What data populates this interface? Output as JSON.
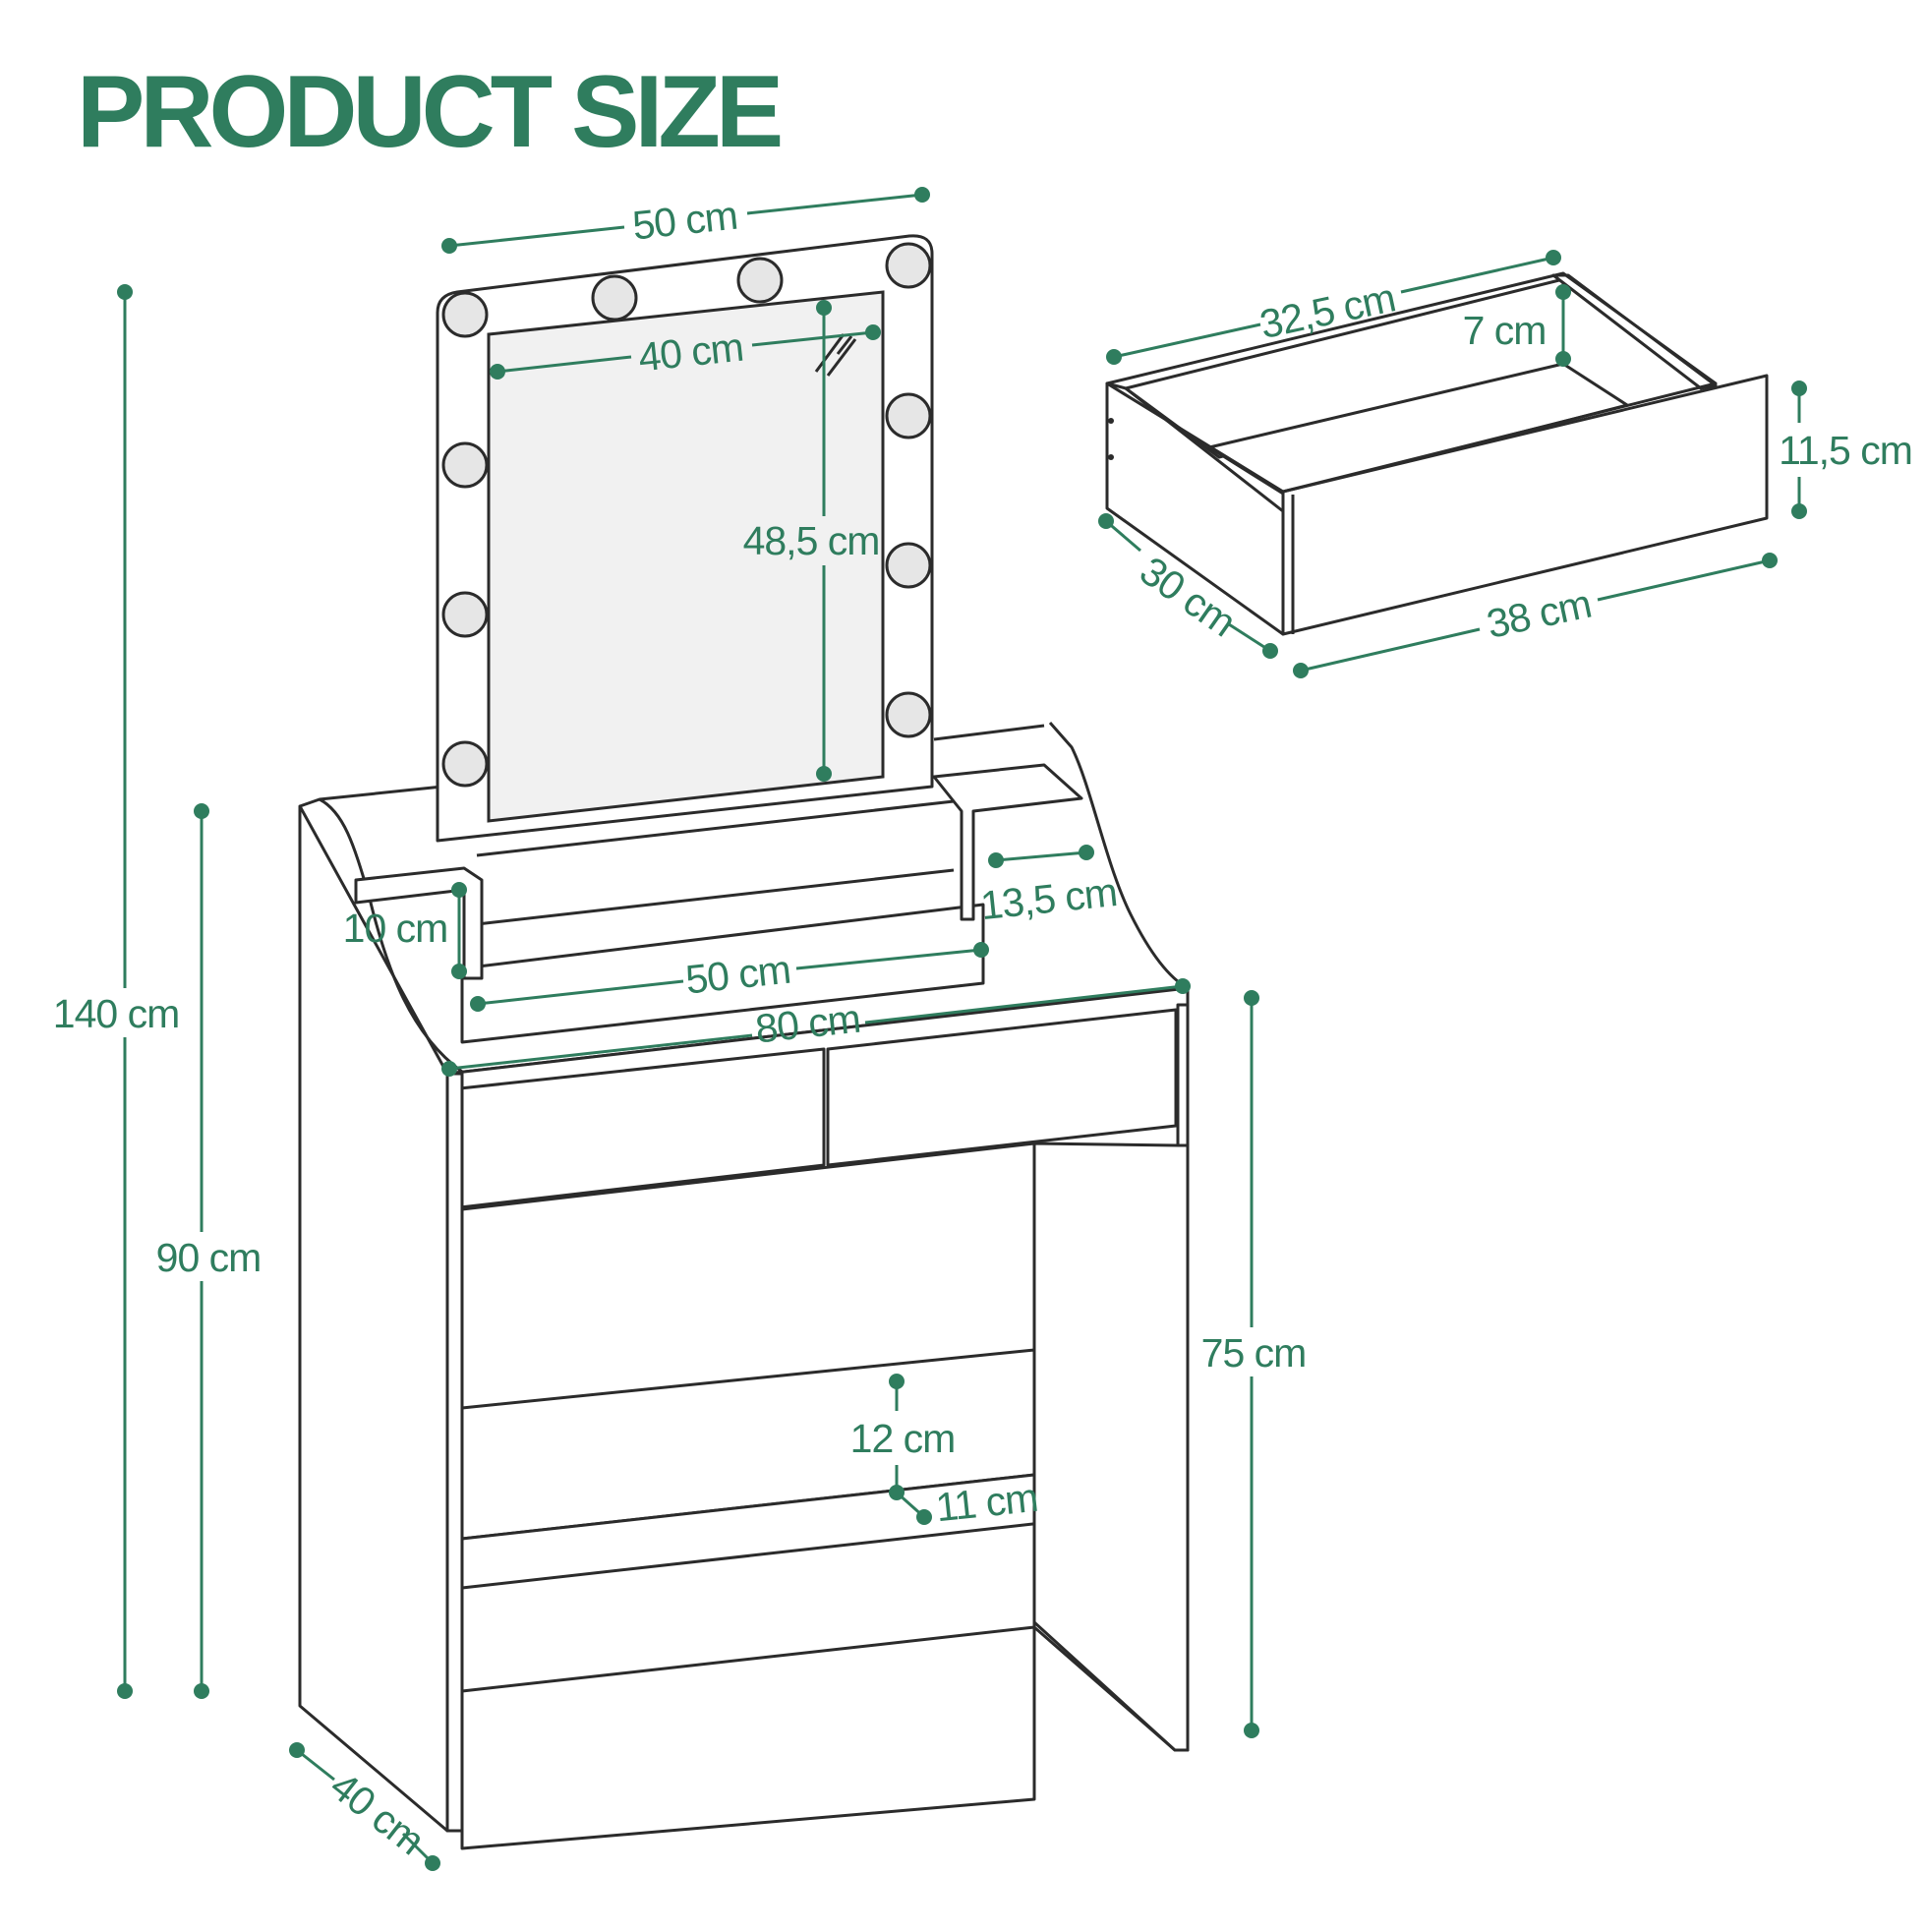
{
  "title": "PRODUCT SIZE",
  "colors": {
    "accent": "#2f7d5e",
    "outline": "#2b2b2b",
    "mirror": "#f1f1f1"
  },
  "dimensions": {
    "mirror_frame_width": "50 cm",
    "mirror_glass_width": "40 cm",
    "mirror_glass_height": "48,5 cm",
    "total_height": "140 cm",
    "side_height": "90 cm",
    "table_height": "75 cm",
    "table_depth": "40 cm",
    "table_width": "80 cm",
    "top_shelf_width": "50 cm",
    "side_shelf_height": "10 cm",
    "side_shelf_depth": "13,5 cm",
    "bottom_shelf_height": "12 cm",
    "bottom_shelf_depth": "11 cm",
    "drawer_inner_width": "32,5 cm",
    "drawer_inner_depth": "7 cm",
    "drawer_height": "11,5 cm",
    "drawer_depth": "30 cm",
    "drawer_width": "38 cm"
  }
}
